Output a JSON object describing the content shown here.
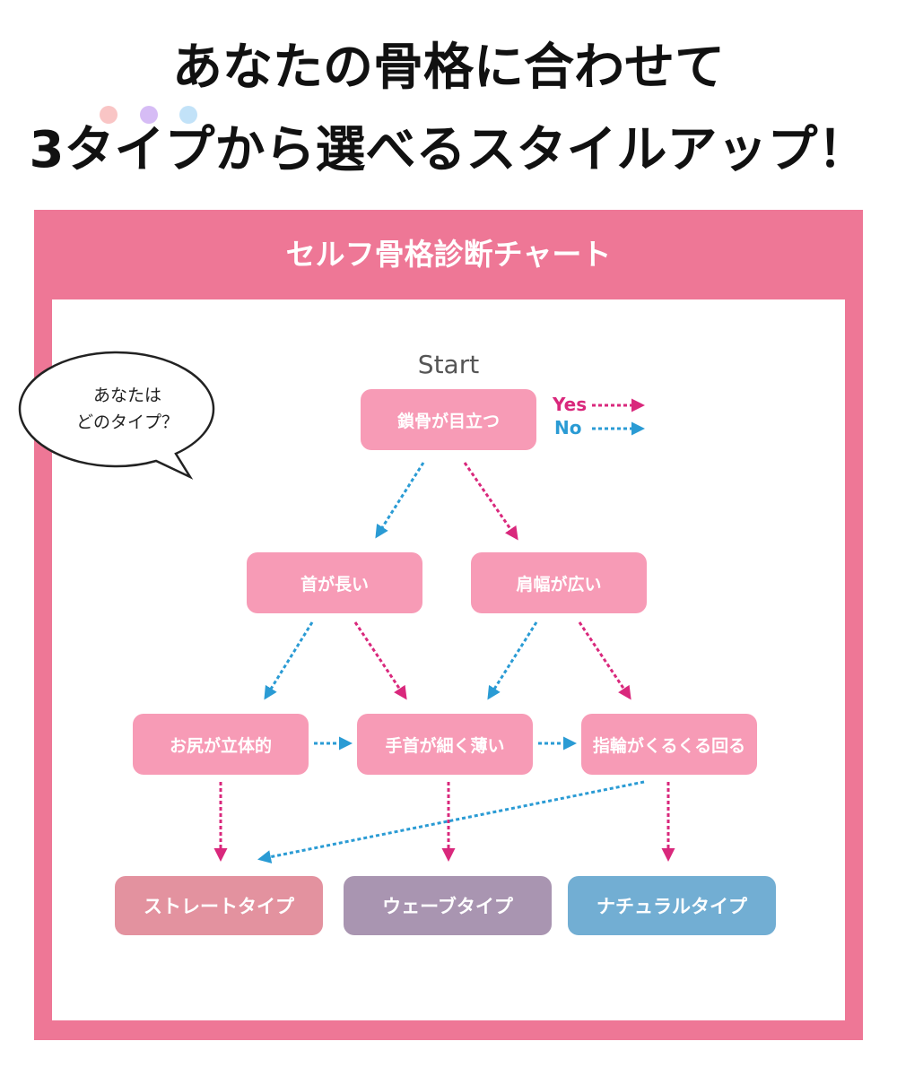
{
  "headline": {
    "line1": "あなたの骨格に合わせて",
    "line2": "3タイプから選べるスタイルアップ！"
  },
  "decoration_dot_colors": [
    "#f9c5c5",
    "#d6bcf5",
    "#c2e2f8"
  ],
  "chart": {
    "title": "セルフ骨格診断チャート",
    "start_label": "Start",
    "legend": {
      "yes": "Yes",
      "no": "No"
    },
    "bubble": {
      "line1": "あなたは",
      "line2": "どのタイプ？"
    },
    "questions": {
      "q1": "鎖骨が目立つ",
      "q2": "首が長い",
      "q3": "肩幅が広い",
      "q4": "お尻が立体的",
      "q5": "手首が細く薄い",
      "q6": "指輪がくるくる回る"
    },
    "results": {
      "straight": "ストレートタイプ",
      "wave": "ウェーブタイプ",
      "natural": "ナチュラルタイプ"
    },
    "colors": {
      "frame": "#ee7796",
      "question_box": "#f79bb6",
      "yes_arrow": "#d9287c",
      "no_arrow": "#2a9bd4",
      "straight": "#e3929f",
      "wave": "#a995b1",
      "natural": "#72aed3"
    }
  }
}
